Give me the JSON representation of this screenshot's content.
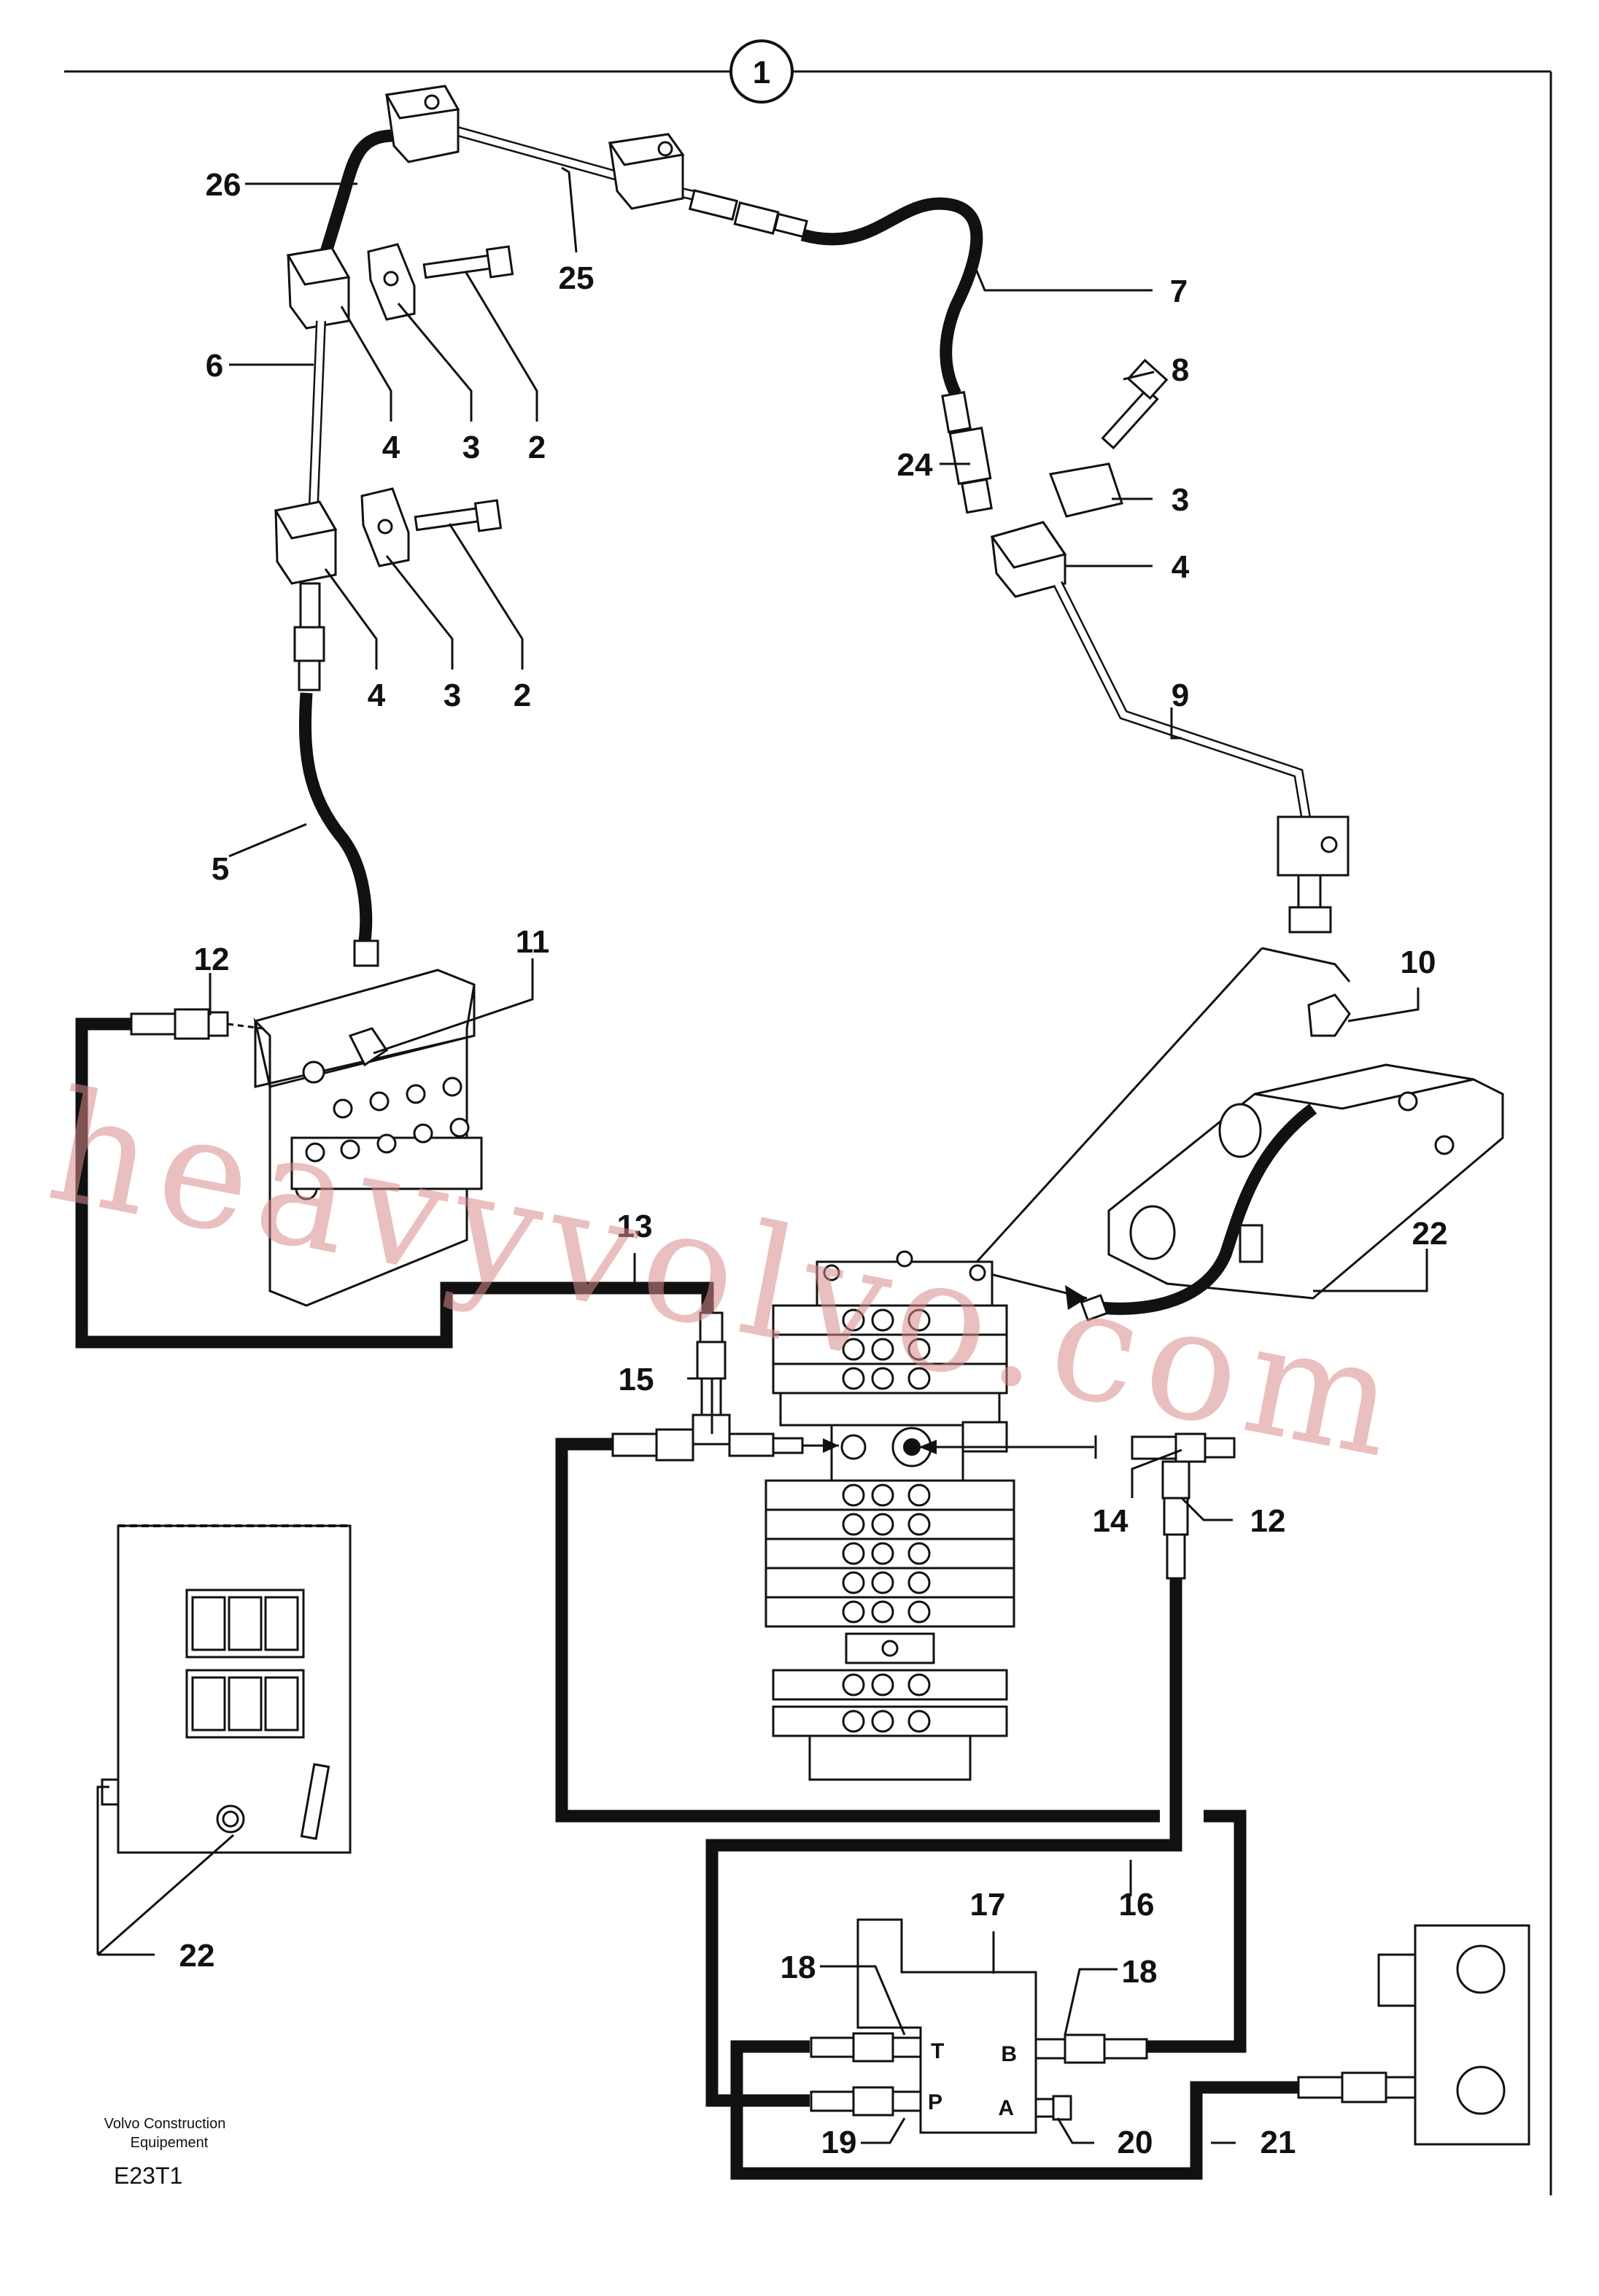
{
  "diagram": {
    "view_number": "1",
    "callouts": {
      "c26": "26",
      "c25": "25",
      "c7": "7",
      "c6": "6",
      "c4a": "4",
      "c3a": "3",
      "c2a": "2",
      "c4b": "4",
      "c3b": "3",
      "c2b": "2",
      "c8": "8",
      "c24": "24",
      "c3c": "3",
      "c4c": "4",
      "c9": "9",
      "c5": "5",
      "c12a": "12",
      "c11": "11",
      "c10": "10",
      "c22a": "22",
      "c13": "13",
      "c15": "15",
      "c14": "14",
      "c12b": "12",
      "c22b": "22",
      "c16": "16",
      "c17": "17",
      "c18a": "18",
      "c18b": "18",
      "c19": "19",
      "c20": "20",
      "c21": "21"
    },
    "ports": {
      "t": "T",
      "p": "P",
      "b": "B",
      "a": "A"
    },
    "footer": {
      "brand_line1": "Volvo Construction",
      "brand_line2": "Equipement",
      "figure_code": "E23T1"
    },
    "watermark": "heavyvolvo.com"
  }
}
